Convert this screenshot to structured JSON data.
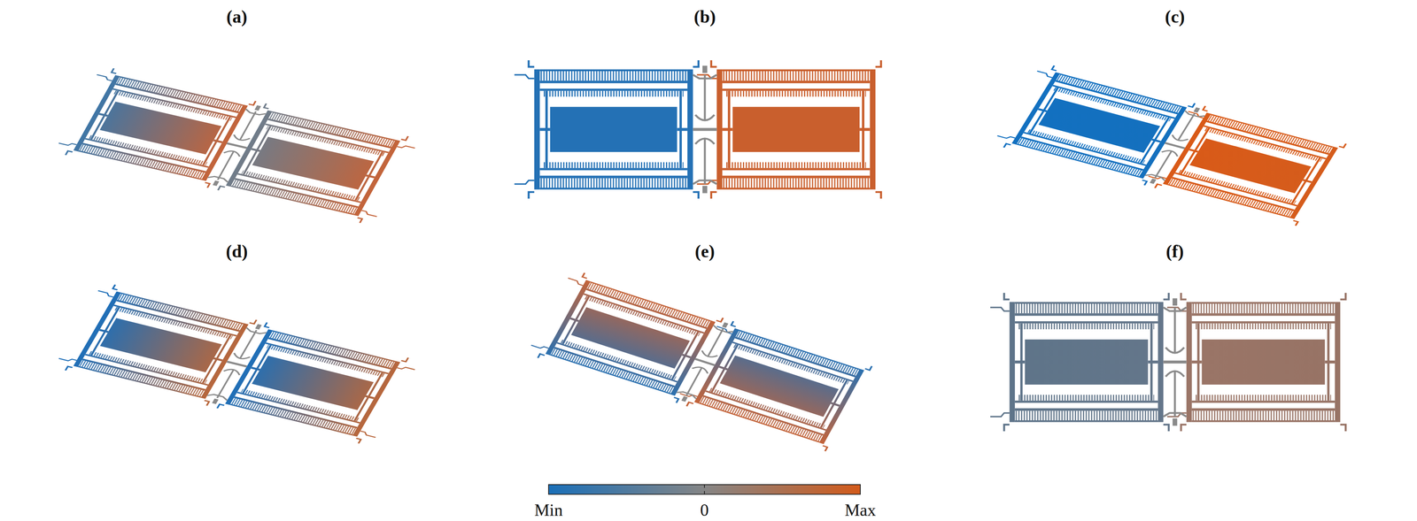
{
  "diagram": {
    "labels": [
      "(a)",
      "(b)",
      "(c)",
      "(d)",
      "(e)",
      "(f)",
      "Min",
      "0",
      "Max"
    ]
  }
}
